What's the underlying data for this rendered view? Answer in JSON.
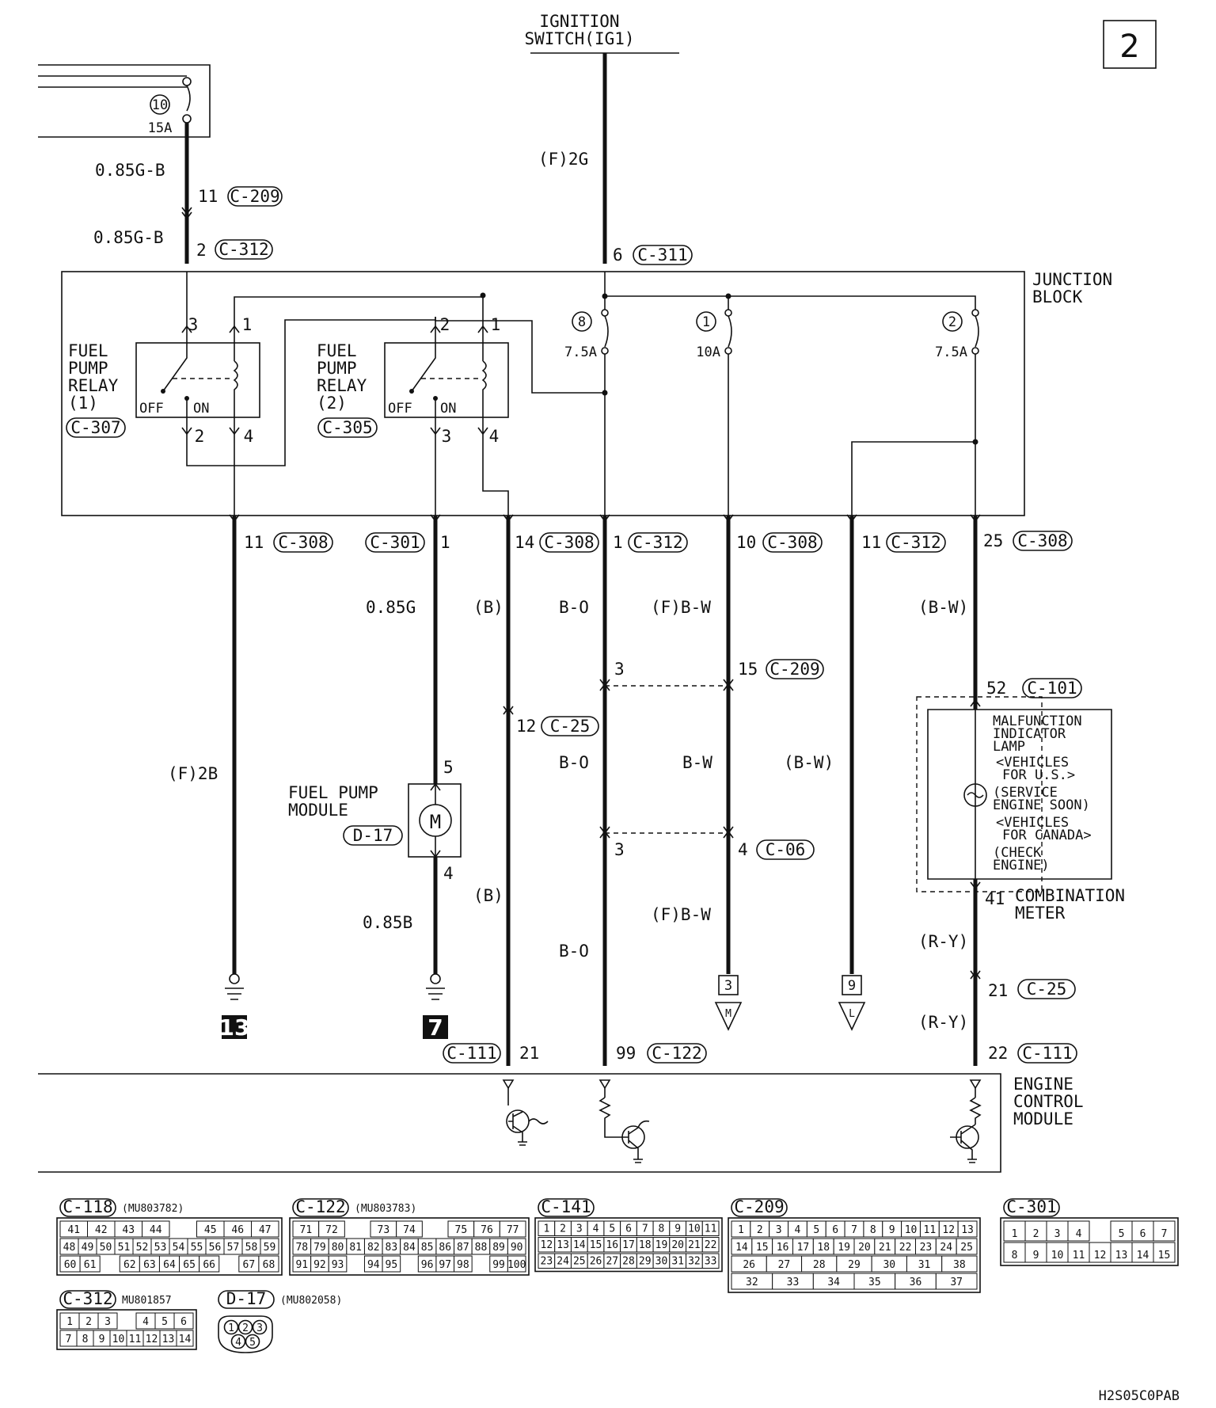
{
  "page_number": "2",
  "ignition": [
    "IGNITION",
    "SWITCH(IG1)"
  ],
  "drawing_code": "H2S05C0PAB",
  "fuse_top": {
    "num": "10",
    "amp": "15A"
  },
  "top_wires": [
    {
      "color": "0.85G-B",
      "pin": "11",
      "conn": "C-209"
    },
    {
      "color": "0.85G-B",
      "pin": "2",
      "conn": "C-312"
    }
  ],
  "ign_wire": {
    "color": "(F)2G",
    "pin": "6",
    "conn": "C-311"
  },
  "junction_block": [
    "JUNCTION",
    "BLOCK"
  ],
  "fuses": [
    {
      "num": "8",
      "amp": "7.5A"
    },
    {
      "num": "1",
      "amp": "10A"
    },
    {
      "num": "2",
      "amp": "7.5A"
    }
  ],
  "relay1": {
    "name": [
      "FUEL",
      "PUMP",
      "RELAY",
      "(1)"
    ],
    "conn": "C-307",
    "pins": [
      "3",
      "1",
      "2",
      "4"
    ],
    "off": "OFF",
    "on": "ON"
  },
  "relay2": {
    "name": [
      "FUEL",
      "PUMP",
      "RELAY",
      "(2)"
    ],
    "conn": "C-305",
    "pins": [
      "2",
      "1",
      "3",
      "4"
    ],
    "off": "OFF",
    "on": "ON"
  },
  "exit_pins": [
    {
      "pin": "11",
      "conn": "C-308"
    },
    {
      "pin": "1",
      "conn": "C-301"
    },
    {
      "pin": "14",
      "conn": "C-308"
    },
    {
      "pin": "1",
      "conn": "C-312"
    },
    {
      "pin": "10",
      "conn": "C-308"
    },
    {
      "pin": "11",
      "conn": "C-312"
    },
    {
      "pin": "25",
      "conn": "C-308"
    }
  ],
  "wire_labels": {
    "w1": "(F)2B",
    "w2a": "0.85G",
    "w2b": "0.85B",
    "w3a": "(B)",
    "w3b": "(B)",
    "w4a": "B-O",
    "w4b": "B-O",
    "w4c": "B-O",
    "w5a": "(F)B-W",
    "w5b": "B-W",
    "w5c": "(F)B-W",
    "w6": "(B-W)",
    "w7a": "(B-W)",
    "w7b": "(R-Y)",
    "w7c": "(R-Y)"
  },
  "splice_pins": {
    "w4_top": "3",
    "w4_bot": "3",
    "w3_mid": {
      "pin": "12",
      "conn": "C-25"
    },
    "w5_top": {
      "pin": "15",
      "conn": "C-209"
    },
    "w5_bot": {
      "pin": "4",
      "conn": "C-06"
    },
    "mil_in": {
      "pin": "52",
      "conn": "C-101"
    },
    "mil_out": "41",
    "w7_mid": {
      "pin": "21",
      "conn": "C-25"
    }
  },
  "fuel_pump_module": {
    "name": [
      "FUEL PUMP",
      "MODULE"
    ],
    "conn": "D-17",
    "pin_in": "5",
    "pin_out": "4",
    "motor": "M"
  },
  "mil": {
    "lines": [
      "MALFUNCTION",
      "INDICATOR",
      "LAMP",
      "<VEHICLES",
      "FOR U.S.>",
      "(SERVICE",
      "ENGINE SOON)",
      "<VEHICLES",
      "FOR CANADA>",
      "(CHECK",
      "ENGINE)"
    ],
    "meter": [
      "COMBINATION",
      "METER"
    ]
  },
  "grounds": [
    {
      "num": "13"
    },
    {
      "num": "7"
    }
  ],
  "refs": [
    {
      "num": "3",
      "letter": "M"
    },
    {
      "num": "9",
      "letter": "L"
    }
  ],
  "ecm": {
    "name": [
      "ENGINE",
      "CONTROL",
      "MODULE"
    ],
    "pins": [
      {
        "conn": "C-111",
        "pin": "21"
      },
      {
        "pin": "99",
        "conn": "C-122"
      },
      {
        "pin": "22",
        "conn": "C-111"
      }
    ]
  },
  "connectors": [
    {
      "id": "C-118",
      "part": "(MU803782)",
      "rows": [
        [
          "41",
          "42",
          "43",
          "44",
          "",
          "45",
          "46",
          "47"
        ],
        [
          "48",
          "49",
          "50",
          "51",
          "52",
          "53",
          "54",
          "55",
          "56",
          "57",
          "58",
          "59"
        ],
        [
          "60",
          "61",
          "",
          "62",
          "63",
          "64",
          "65",
          "66",
          "",
          "67",
          "68"
        ]
      ]
    },
    {
      "id": "C-122",
      "part": "(MU803783)",
      "rows": [
        [
          "71",
          "72",
          "",
          "73",
          "74",
          "",
          "75",
          "76",
          "77"
        ],
        [
          "78",
          "79",
          "80",
          "81",
          "82",
          "83",
          "84",
          "85",
          "86",
          "87",
          "88",
          "89",
          "90"
        ],
        [
          "91",
          "92",
          "93",
          "",
          "94",
          "95",
          "",
          "96",
          "97",
          "98",
          "",
          "99",
          "100"
        ]
      ]
    },
    {
      "id": "C-141",
      "part": "",
      "rows": [
        [
          "1",
          "2",
          "3",
          "4",
          "5",
          "6",
          "7",
          "8",
          "9",
          "10",
          "11"
        ],
        [
          "12",
          "13",
          "14",
          "15",
          "16",
          "17",
          "18",
          "19",
          "20",
          "21",
          "22"
        ],
        [
          "23",
          "24",
          "25",
          "26",
          "27",
          "28",
          "29",
          "30",
          "31",
          "32",
          "33"
        ]
      ]
    },
    {
      "id": "C-209",
      "part": "",
      "rows": [
        [
          "1",
          "2",
          "3",
          "4",
          "5",
          "6",
          "7",
          "8",
          "9",
          "10",
          "11",
          "12",
          "13"
        ],
        [
          "14",
          "15",
          "16",
          "17",
          "18",
          "19",
          "20",
          "21",
          "22",
          "23",
          "24",
          "25"
        ],
        [
          "26",
          "27",
          "28",
          "29",
          "30",
          "31",
          "38"
        ],
        [
          "32",
          "33",
          "34",
          "35",
          "36",
          "37"
        ]
      ]
    },
    {
      "id": "C-301",
      "part": "",
      "rows": [
        [
          "1",
          "2",
          "3",
          "4",
          "",
          "5",
          "6",
          "7"
        ],
        [
          "8",
          "9",
          "10",
          "11",
          "12",
          "13",
          "14",
          "15"
        ]
      ]
    },
    {
      "id": "C-312",
      "part": "MU801857",
      "rows": [
        [
          "1",
          "2",
          "3",
          "",
          "4",
          "5",
          "6"
        ],
        [
          "7",
          "8",
          "9",
          "10",
          "11",
          "12",
          "13",
          "14"
        ]
      ]
    },
    {
      "id": "D-17",
      "part": "(MU802058)",
      "rows": [
        [
          "1",
          "2",
          "3"
        ],
        [
          "4",
          "5"
        ]
      ]
    }
  ]
}
